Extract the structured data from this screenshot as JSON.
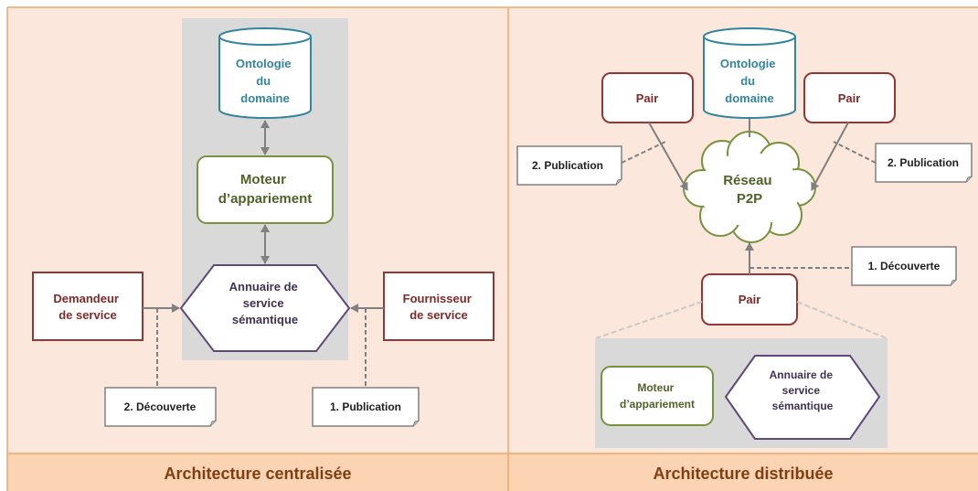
{
  "left_panel": {
    "ontology": [
      "Ontologie",
      "du",
      "domaine"
    ],
    "matcher": [
      "Moteur",
      "d’appariement"
    ],
    "directory": [
      "Annuaire de",
      "service",
      "sémantique"
    ],
    "requester": [
      "Demandeur",
      "de service"
    ],
    "provider": [
      "Fournisseur",
      "de service"
    ],
    "note_discovery": "2. Découverte",
    "note_publication": "1. Publication",
    "caption": "Architecture centralisée"
  },
  "right_panel": {
    "ontology": [
      "Ontologie",
      "du",
      "domaine"
    ],
    "peer_label": "Pair",
    "network": [
      "Réseau",
      "P2P"
    ],
    "note_publication_left": "2. Publication",
    "note_publication_right": "2. Publication",
    "note_discovery": "1. Découverte",
    "matcher": [
      "Moteur",
      "d’appariement"
    ],
    "directory": [
      "Annuaire de",
      "service",
      "sémantique"
    ],
    "caption": "Architecture distribuée"
  },
  "colors": {
    "panel_bg": "#fce7dd",
    "footer_bg": "#fbd4b4",
    "panel_border": "#f0a66a",
    "gray_region": "#d9d9d9",
    "ontology_stroke": "#31859c",
    "green_stroke": "#77933c",
    "red_stroke": "#943634",
    "purple_stroke": "#5f497a",
    "arrow": "#808080"
  }
}
